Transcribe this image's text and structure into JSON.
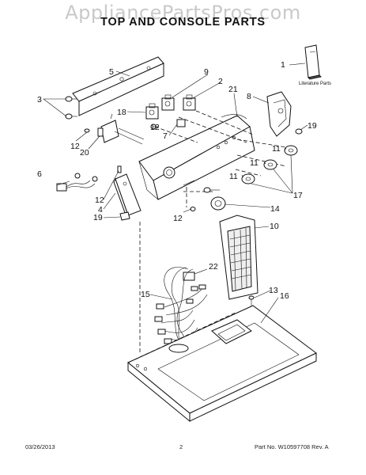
{
  "watermark": "AppliancePartsPros.com",
  "title": "TOP AND CONSOLE PARTS",
  "literature_label": "Literature Parts",
  "callouts": {
    "c1": "1",
    "c2": "2",
    "c3": "3",
    "c4": "4",
    "c5": "5",
    "c6": "6",
    "c7": "7",
    "c8": "8",
    "c9": "9",
    "c10": "10",
    "c11a": "11",
    "c11b": "11",
    "c11c": "11",
    "c12a": "12",
    "c12b": "12",
    "c12c": "12",
    "c12d": "12",
    "c13": "13",
    "c14": "14",
    "c15": "15",
    "c16": "16",
    "c17": "17",
    "c18": "18",
    "c19a": "19",
    "c19b": "19",
    "c20": "20",
    "c21": "21",
    "c22": "22"
  },
  "footer": {
    "date": "03/26/2013",
    "page": "2",
    "part_no": "Part No. W10597708  Rev. A"
  }
}
